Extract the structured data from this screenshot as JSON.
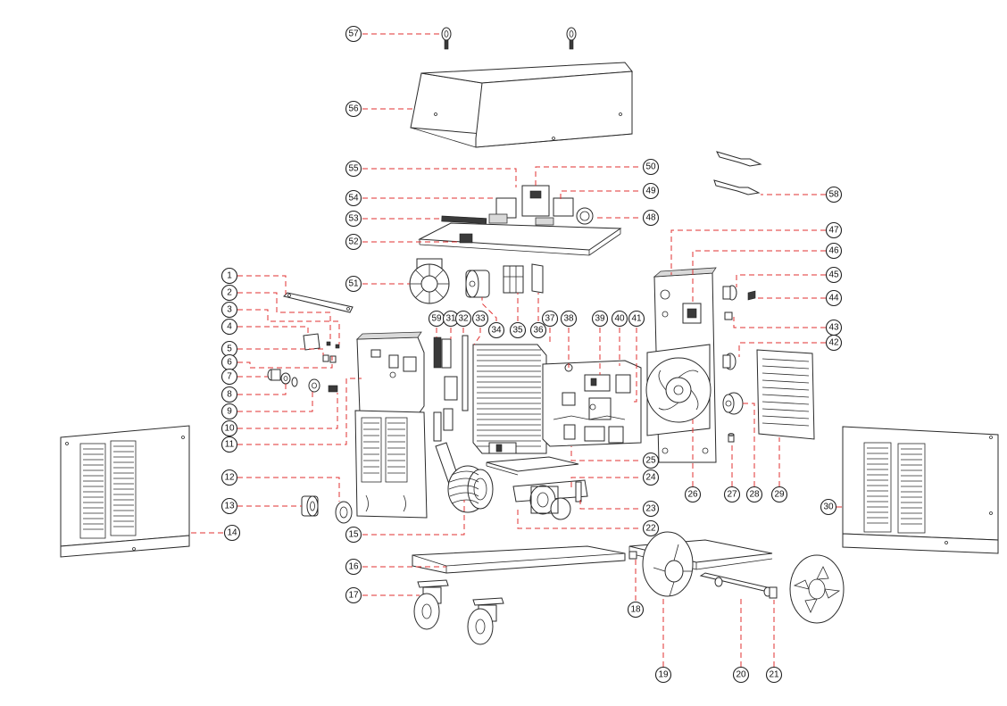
{
  "diagram": {
    "callouts": [
      "1",
      "2",
      "3",
      "4",
      "5",
      "6",
      "7",
      "8",
      "9",
      "10",
      "11",
      "12",
      "13",
      "14",
      "15",
      "16",
      "17",
      "18",
      "19",
      "20",
      "21",
      "22",
      "23",
      "24",
      "25",
      "26",
      "27",
      "28",
      "29",
      "30",
      "31",
      "32",
      "33",
      "34",
      "35",
      "36",
      "37",
      "38",
      "39",
      "40",
      "41",
      "42",
      "43",
      "44",
      "45",
      "46",
      "47",
      "48",
      "49",
      "50",
      "51",
      "52",
      "53",
      "54",
      "55",
      "56",
      "57",
      "58",
      "59"
    ]
  }
}
